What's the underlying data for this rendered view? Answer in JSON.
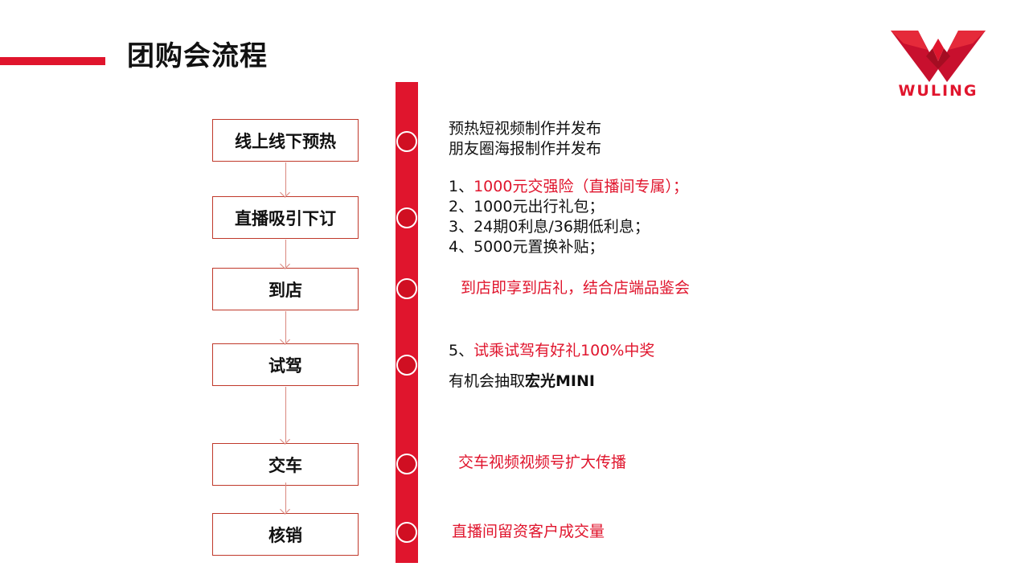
{
  "title": "团购会流程",
  "logo": {
    "text": "WULING"
  },
  "steps": [
    {
      "label": "线上线下预热"
    },
    {
      "label": "直播吸引下订"
    },
    {
      "label": "到店"
    },
    {
      "label": "试驾"
    },
    {
      "label": "交车"
    },
    {
      "label": "核销"
    }
  ],
  "details": {
    "warmup": {
      "line1": "预热短视频制作并发布",
      "line2": "朋友圈海报制作并发布"
    },
    "live": {
      "item1_prefix": "1、",
      "item1_text": "1000元交强险（直播间专属）；",
      "item2": "2、1000元出行礼包；",
      "item3": "3、24期0利息/36期低利息；",
      "item4": "4、5000元置换补贴；"
    },
    "store": {
      "text": "到店即享到店礼，结合店端品鉴会"
    },
    "test_drive": {
      "prefix": "5、",
      "text": "试乘试驾有好礼100%中奖",
      "lottery_prefix": "有机会抽取",
      "lottery_prize": "宏光MINI"
    },
    "delivery": {
      "text": "交车视频视频号扩大传播"
    },
    "verify": {
      "text": "直播间留资客户成交量"
    }
  },
  "colors": {
    "accent": "#e0152d",
    "node": "#d00f22",
    "arrow": "#d9887f"
  }
}
